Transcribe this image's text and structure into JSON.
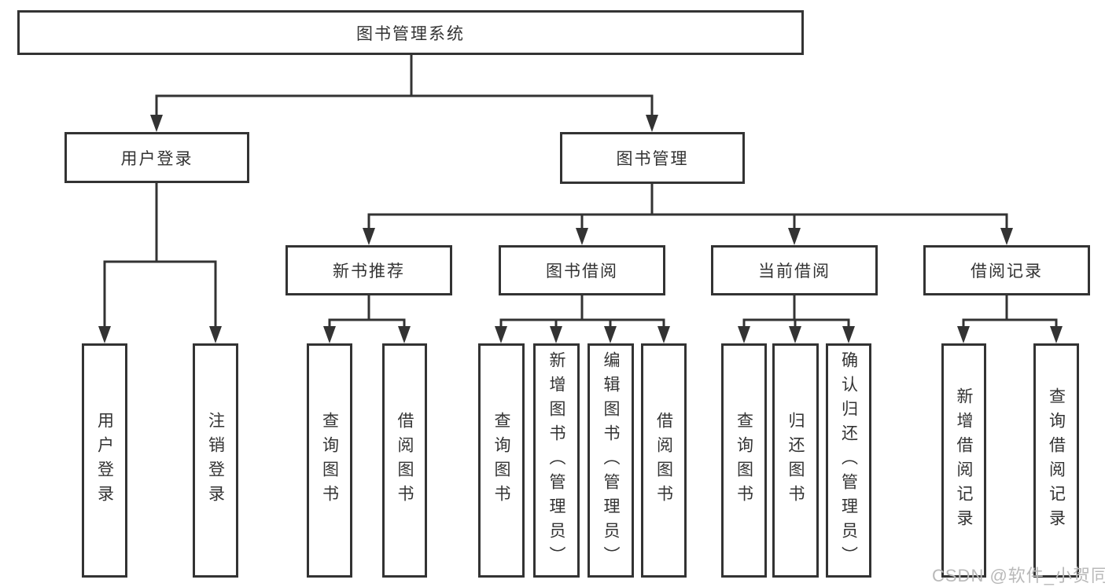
{
  "colors": {
    "line": "#333333",
    "text": "#333333",
    "box_background": "#ffffff",
    "page_background": "#ffffff",
    "watermark": "#b9b9b9"
  },
  "watermark": {
    "text": "CSDN @软件_小贺同学"
  },
  "tree": {
    "root": {
      "label": "图书管理系统",
      "children": [
        {
          "label": "用户登录",
          "children": [
            {
              "label": "用户登录"
            },
            {
              "label": "注销登录"
            }
          ]
        },
        {
          "label": "图书管理",
          "children": [
            {
              "label": "新书推荐",
              "children": [
                {
                  "label": "查询图书"
                },
                {
                  "label": "借阅图书"
                }
              ]
            },
            {
              "label": "图书借阅",
              "children": [
                {
                  "label": "查询图书"
                },
                {
                  "label": "新增图书（管理员）"
                },
                {
                  "label": "编辑图书（管理员）"
                },
                {
                  "label": "借阅图书"
                }
              ]
            },
            {
              "label": "当前借阅",
              "children": [
                {
                  "label": "查询图书"
                },
                {
                  "label": "归还图书"
                },
                {
                  "label": "确认归还（管理员）"
                }
              ]
            },
            {
              "label": "借阅记录",
              "children": [
                {
                  "label": "新增借阅记录"
                },
                {
                  "label": "查询借阅记录"
                }
              ]
            }
          ]
        }
      ]
    }
  }
}
